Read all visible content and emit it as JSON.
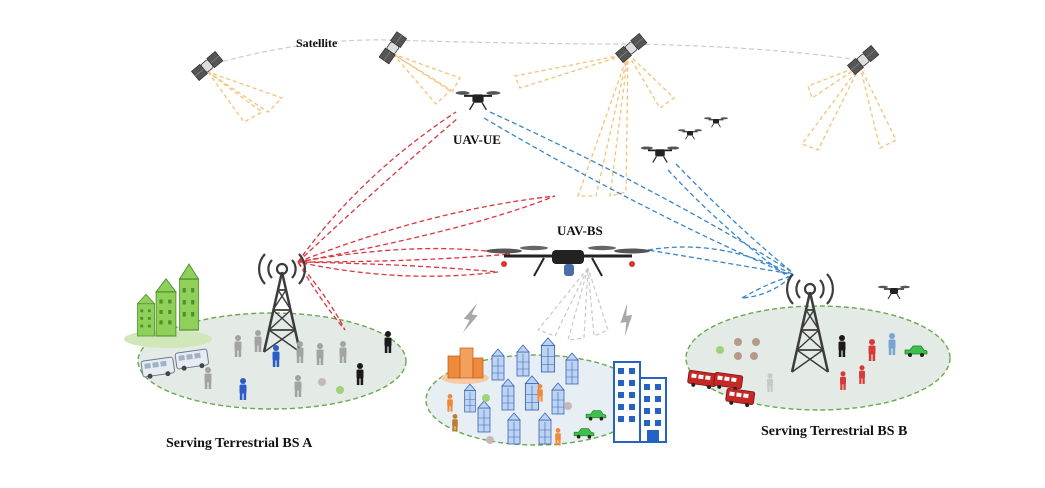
{
  "labels": {
    "satellite": "Satellite",
    "uav_ue": "UAV-UE",
    "uav_bs": "UAV-BS",
    "bs_a": "Serving Terrestrial BS A",
    "bs_b": "Serving Terrestrial BS B"
  },
  "colors": {
    "link_red": "#d9363e",
    "link_blue": "#3a86c8",
    "beam_orange": "#f3c27a",
    "orbit_gray": "#c8c8c8",
    "cell_fill": "#e4ebe7",
    "cell_border": "#6aa84f",
    "building_green": "#7cbf4a",
    "building_blue": "#4a7fd0",
    "building_orange": "#ef8a3c",
    "person_gray": "#a3a3a3",
    "person_blue": "#2e5cc7",
    "person_red": "#d83a3a",
    "car_green": "#3ec04a",
    "bus_red": "#c62828",
    "tower_gray": "#3c3c3c"
  },
  "icons": [
    "satellite-icon",
    "drone-icon",
    "tower-icon",
    "building-icon",
    "person-icon",
    "bus-icon",
    "car-icon",
    "lightning-icon"
  ]
}
